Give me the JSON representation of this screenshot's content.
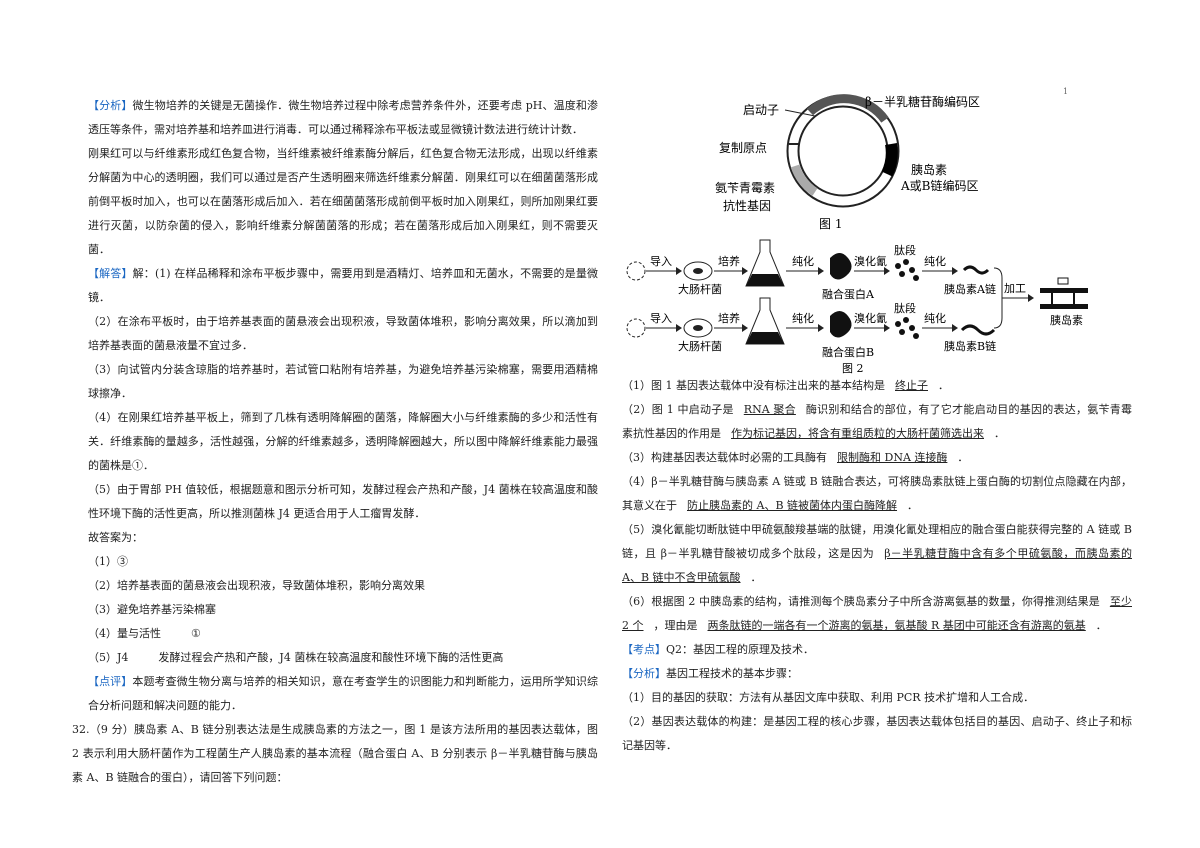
{
  "page_mark": "1",
  "left": {
    "analysis_tag": "【分析】",
    "analysis": "微生物培养的关键是无菌操作．微生物培养过程中除考虑营养条件外，还要考虑 pH、温度和渗透压等条件，需对培养基和培养皿进行消毒．可以通过稀释涂布平板法或显微镜计数法进行统计计数．",
    "analysis2": "刚果红可以与纤维素形成红色复合物，当纤维素被纤维素酶分解后，红色复合物无法形成，出现以纤维素分解菌为中心的透明圈，我们可以通过是否产生透明圈来筛选纤维素分解菌．刚果红可以在细菌菌落形成前倒平板时加入，也可以在菌落形成后加入．若在细菌菌落形成前倒平板时加入刚果红，则所加刚果红要进行灭菌，以防杂菌的侵入，影响纤维素分解菌菌落的形成；若在菌落形成后加入刚果红，则不需要灭菌．",
    "answer_tag": "【解答】",
    "answer1": "解：(1) 在样品稀释和涂布平板步骤中，需要用到是酒精灯、培养皿和无菌水，不需要的是量微镜．",
    "answer2": "（2）在涂布平板时，由于培养基表面的菌悬液会出现积液，导致菌体堆积，影响分离效果，所以滴加到培养基表面的菌悬液量不宜过多．",
    "answer3": "（3）向试管内分装含琼脂的培养基时，若试管口粘附有培养基，为避免培养基污染棉塞，需要用酒精棉球擦净．",
    "answer4": "（4）在刚果红培养基平板上，筛到了几株有透明降解圈的菌落，降解圈大小与纤维素酶的多少和活性有关．纤维素酶的量越多，活性越强，分解的纤维素越多，透明降解圈越大，所以图中降解纤维素能力最强的菌株是①．",
    "answer5": "（5）由于胃部 PH 值较低，根据题意和图示分析可知，发酵过程会产热和产酸，J4 菌株在较高温度和酸性环境下酶的活性更高，所以推测菌株 J4 更适合用于人工瘤胃发酵．",
    "final_label": "故答案为：",
    "final1": "（1）③",
    "final2": "（2）培养基表面的菌悬液会出现积液，导致菌体堆积，影响分离效果",
    "final3": "（3）避免培养基污染棉塞",
    "final4a": "（4）量与活性",
    "final4b": "①",
    "final5a": "（5）J4",
    "final5b": "发酵过程会产热和产酸，J4 菌株在较高温度和酸性环境下酶的活性更高",
    "comment_tag": "【点评】",
    "comment": "本题考查微生物分离与培养的相关知识，意在考查学生的识图能力和判断能力，运用所学知识综合分析问题和解决问题的能力．",
    "q32": "32.（9 分）胰岛素 A、B 链分别表达法是生成胰岛素的方法之一，图 1 是该方法所用的基因表达载体，图 2 表示利用大肠杆菌作为工程菌生产人胰岛素的基本流程（融合蛋白 A、B 分别表示 β－半乳糖苷酶与胰岛素 A、B 链融合的蛋白），请回答下列问题："
  },
  "fig1": {
    "promoter": "启动子",
    "lacz": "β－半乳糖苷酶编码区",
    "ori": "复制原点",
    "insulin1": "胰岛素",
    "insulin2": "A或B链编码区",
    "amp1": "氨苄青霉素",
    "amp2": "抗性基因",
    "caption": "图 1"
  },
  "fig2": {
    "import": "导入",
    "culture": "培养",
    "purify": "纯化",
    "cnbr": "溴化氰",
    "peptides": "肽段",
    "ecoli": "大肠杆菌",
    "fusionA": "融合蛋白A",
    "fusionB": "融合蛋白B",
    "chainA": "胰岛素A链",
    "chainB": "胰岛素B链",
    "process": "加工",
    "insulin": "胰岛素",
    "caption": "图 2"
  },
  "right": {
    "q1_pre": "（1）图 1 基因表达载体中没有标注出来的基本结构是",
    "q1_ans": "终止子",
    "q1_post": "．",
    "q2_pre": "（2）图 1 中启动子是",
    "q2_ans": "RNA 聚合",
    "q2_mid": "酶识别和结合的部位，有了它才能启动目的基因的表达，氨苄青霉素抗性基因的作用是",
    "q2_ans2": "作为标记基因，将含有重组质粒的大肠杆菌筛选出来",
    "q2_post": "．",
    "q3_pre": "（3）构建基因表达载体时必需的工具酶有",
    "q3_ans": "限制酶和 DNA 连接酶",
    "q3_post": "．",
    "q4_pre": "（4）β－半乳糖苷酶与胰岛素 A 链或 B 链融合表达，可将胰岛素肽链上蛋白酶的切割位点隐藏在内部，其意义在于",
    "q4_ans": "防止胰岛素的 A、B 链被菌体内蛋白酶降解",
    "q4_post": "．",
    "q5_pre": "（5）溴化氰能切断肽链中甲硫氨酸羧基端的肽键，用溴化氰处理相应的融合蛋白能获得完整的 A 链或 B 链，且 β－半乳糖苷酸被切成多个肽段，这是因为",
    "q5_ans": "β－半乳糖苷酶中含有多个甲硫氨酸，而胰岛素的 A、B 链中不含甲硫氨酸",
    "q5_post": "．",
    "q6_pre": "（6）根据图 2 中胰岛素的结构，请推测每个胰岛素分子中所含游离氨基的数量，你得推测结果是",
    "q6_ans": "至少 2 个",
    "q6_mid": "，理由是",
    "q6_ans2": "两条肽链的一端各有一个游离的氨基，氨基酸 R 基团中可能还含有游离的氨基",
    "q6_post": "．",
    "kp_tag": "【考点】",
    "kp": "Q2：基因工程的原理及技术．",
    "an_tag": "【分析】",
    "an": "基因工程技术的基本步骤：",
    "an1": "（1）目的基因的获取：方法有从基因文库中获取、利用 PCR 技术扩增和人工合成．",
    "an2": "（2）基因表达载体的构建：是基因工程的核心步骤，基因表达载体包括目的基因、启动子、终止子和标记基因等．"
  }
}
